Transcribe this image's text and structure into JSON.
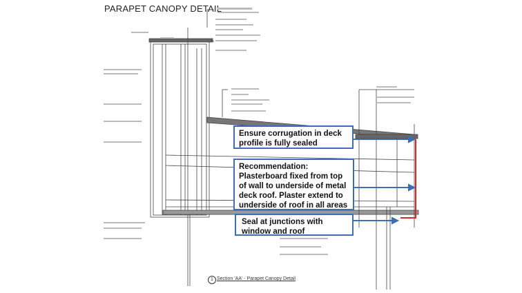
{
  "title": "PARAPET CANOPY DETAIL",
  "callouts": [
    {
      "text": "Ensure corrugation in deck profile is fully sealed"
    },
    {
      "text": "Recommendation: Plasterboard fixed from top of wall to underside of metal deck roof. Plaster extend to underside of roof in all areas"
    },
    {
      "text": "Seal at junctions with window and roof"
    }
  ],
  "caption": {
    "number": "1",
    "text": "Section 'AA' - Parapet Canopy Detail"
  },
  "colors": {
    "callout_border": "#3d6fb0",
    "arrow": "#3d6fb0",
    "highlight_line": "#d42a2a"
  }
}
